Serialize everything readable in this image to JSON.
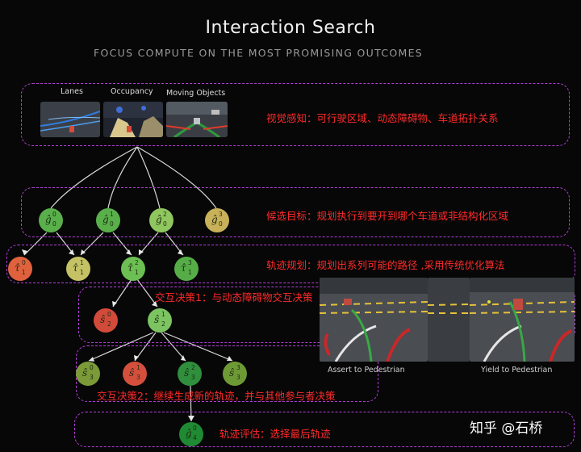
{
  "header": {
    "title": "Interaction Search",
    "subtitle": "FOCUS COMPUTE ON THE MOST PROMISING OUTCOMES"
  },
  "perception": {
    "labels": [
      "Lanes",
      "Occupancy",
      "Moving Objects"
    ],
    "annotation": "视觉感知：可行驶区域、动态障碍物、车道拓扑关系"
  },
  "goals": {
    "annotation": "候选目标：规划执行到要开到哪个车道或非结构化区域",
    "nodes": [
      {
        "sym": "ĝ",
        "sup": "0",
        "sub": "0",
        "color": "#59b04a"
      },
      {
        "sym": "ĝ",
        "sup": "1",
        "sub": "0",
        "color": "#59b04a"
      },
      {
        "sym": "ĝ",
        "sup": "2",
        "sub": "0",
        "color": "#8fc65e"
      },
      {
        "sym": "ĝ",
        "sup": "3",
        "sub": "0",
        "color": "#c9b15a"
      }
    ]
  },
  "trajectories": {
    "annotation": "轨迹规划：规划出系列可能的路径 ,采用传统优化算法",
    "nodes": [
      {
        "sym": "τ̂",
        "sup": "0",
        "sub": "1",
        "color": "#e0613e"
      },
      {
        "sym": "τ̂",
        "sup": "1",
        "sub": "1",
        "color": "#c4c265"
      },
      {
        "sym": "τ̂",
        "sup": "2",
        "sub": "1",
        "color": "#6cbf52"
      },
      {
        "sym": "τ̂",
        "sup": "3",
        "sub": "1",
        "color": "#56ad47"
      }
    ]
  },
  "decision1": {
    "annotation": "交互决策1：与动态障碍物交互决策",
    "nodes": [
      {
        "sym": "ŝ",
        "sup": "0",
        "sub": "2",
        "color": "#d24a3a"
      },
      {
        "sym": "ŝ",
        "sup": "1",
        "sub": "2",
        "color": "#7cc461"
      }
    ]
  },
  "decision2": {
    "annotation": "交互决策2：继续生成新的轨迹，并与其他参与者决策",
    "nodes": [
      {
        "sym": "ŝ",
        "sup": "0",
        "sub": "3",
        "color": "#7b9a38"
      },
      {
        "sym": "ŝ",
        "sup": "1",
        "sub": "3",
        "color": "#d4503c"
      },
      {
        "sym": "ŝ",
        "sup": "2",
        "sub": "3",
        "color": "#2f8f3c"
      },
      {
        "sym": "ŝ",
        "sup": "3",
        "sub": "3",
        "color": "#6e9a36"
      }
    ]
  },
  "evaluation": {
    "annotation": "轨迹评估：选择最后轨迹",
    "nodes": [
      {
        "sym": "ĝ",
        "sup": "0",
        "sub": "4",
        "color": "#1f8a33"
      }
    ]
  },
  "videos": {
    "left_caption": "Assert to Pedestrian",
    "right_caption": "Yield to Pedestrian"
  },
  "watermark": "知乎 @石桥"
}
